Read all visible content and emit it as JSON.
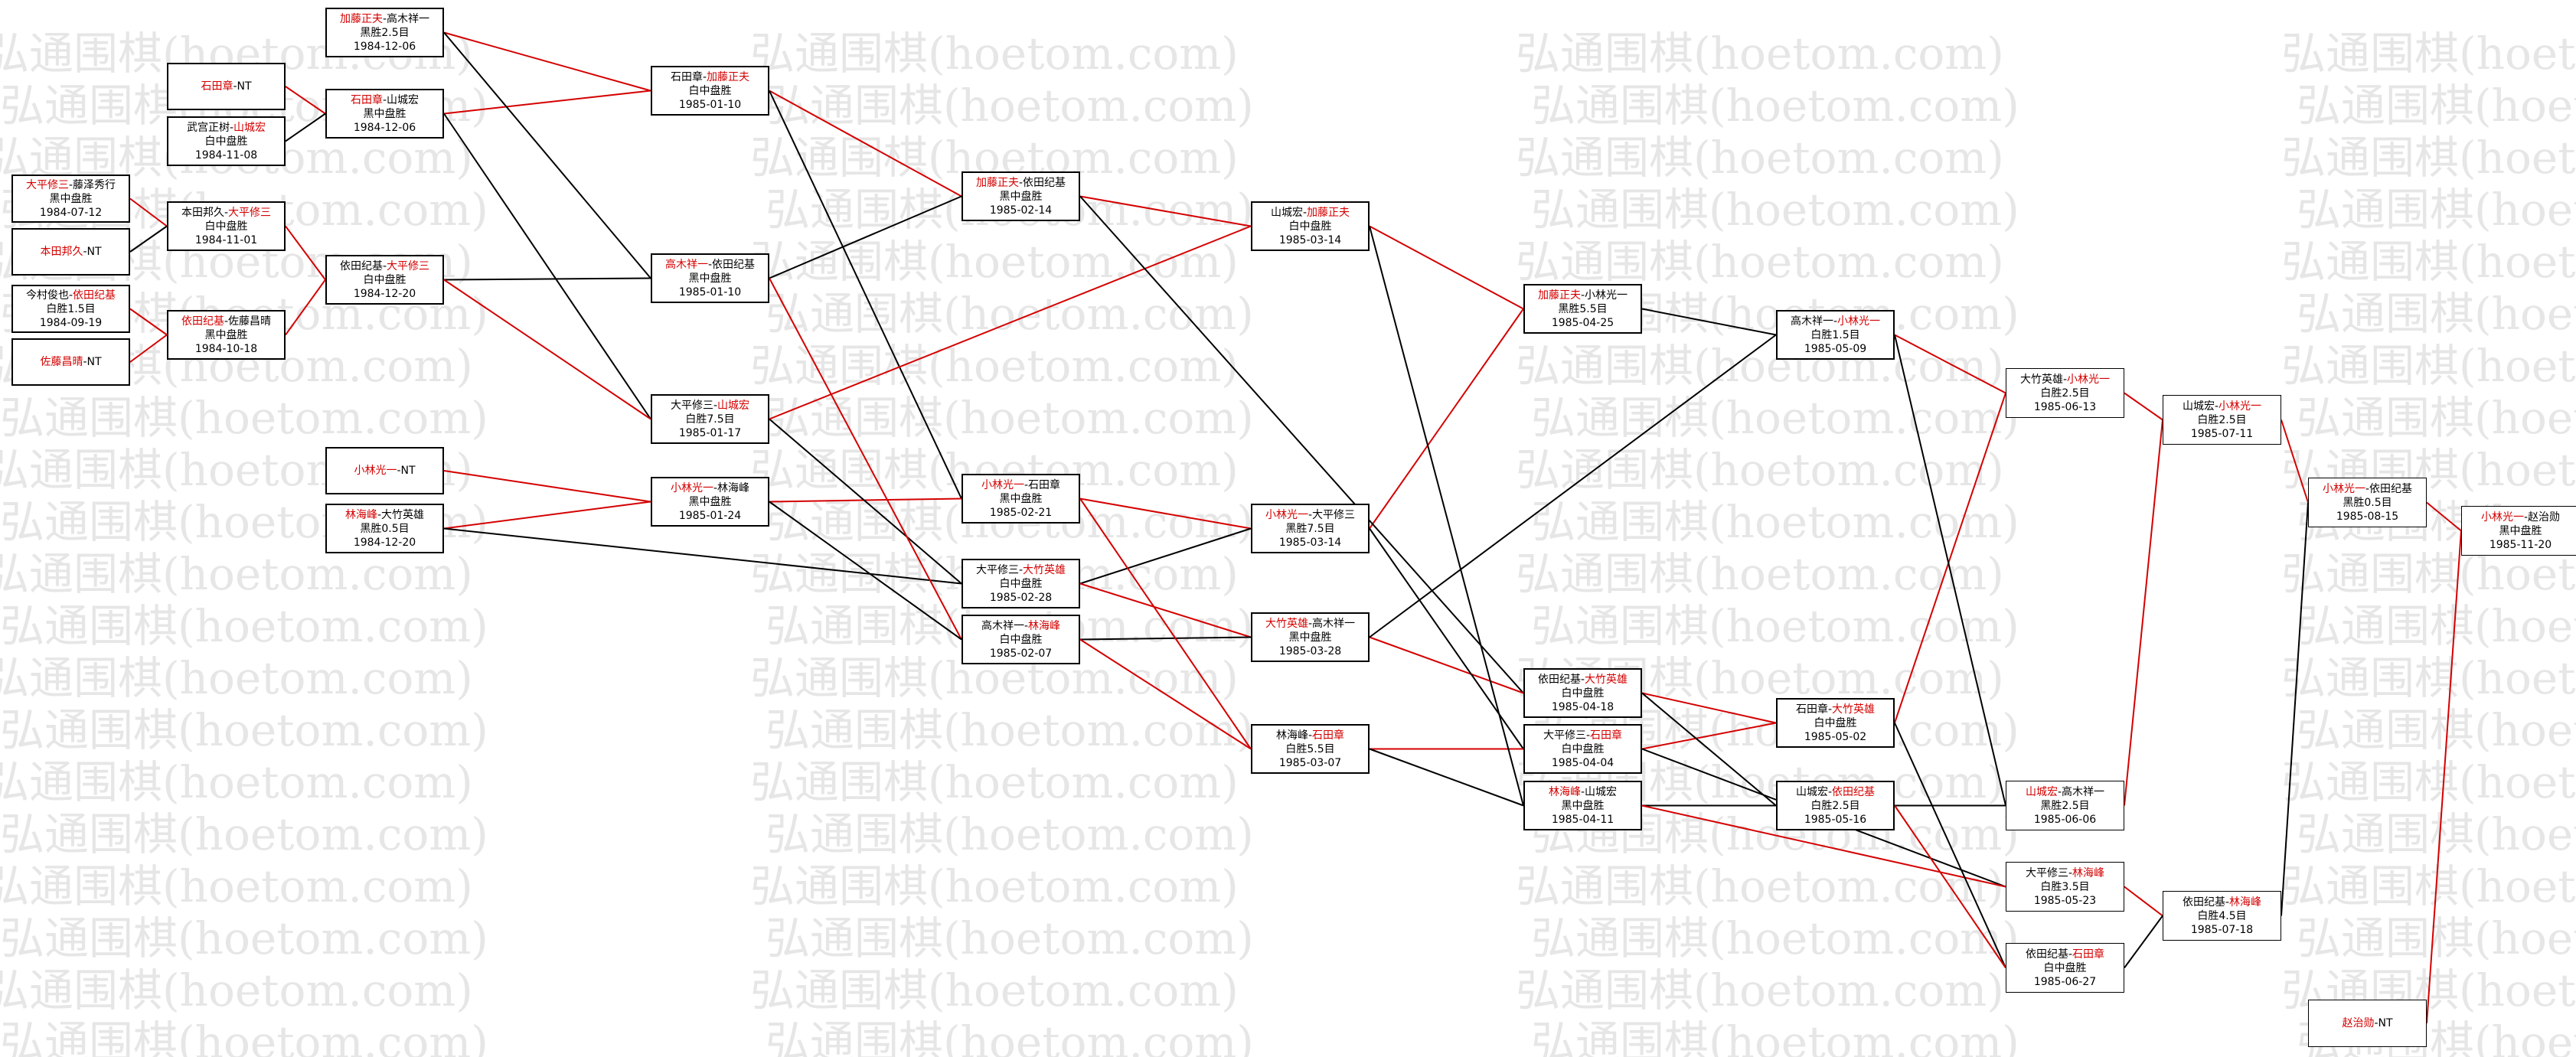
{
  "watermark": "弘通围棋(hoetom.com)",
  "colors": {
    "winner": "#d40000",
    "line_red": "#d40000",
    "line_black": "#000000",
    "box_border": "#000000",
    "watermark": "#e6e6e6"
  },
  "games": [
    {
      "id": "g1",
      "p1": "加藤正夫",
      "p2": "高木祥一",
      "win": 1,
      "result": "黑胜2.5目",
      "date": "1984-12-06"
    },
    {
      "id": "g2",
      "p1": "石田章",
      "p2": "NT",
      "win": 1,
      "result": "",
      "date": ""
    },
    {
      "id": "g3",
      "p1": "武宫正树",
      "p2": "山城宏",
      "win": 2,
      "result": "白中盘胜",
      "date": "1984-11-08"
    },
    {
      "id": "g4",
      "p1": "石田章",
      "p2": "山城宏",
      "win": 1,
      "result": "黑中盘胜",
      "date": "1984-12-06"
    },
    {
      "id": "g5",
      "p1": "石田章",
      "p2": "加藤正夫",
      "win": 2,
      "result": "白中盘胜",
      "date": "1985-01-10"
    },
    {
      "id": "g6",
      "p1": "大平修三",
      "p2": "藤泽秀行",
      "win": 1,
      "result": "黑中盘胜",
      "date": "1984-07-12"
    },
    {
      "id": "g7",
      "p1": "本田邦久",
      "p2": "NT",
      "win": 1,
      "result": "",
      "date": ""
    },
    {
      "id": "g8",
      "p1": "本田邦久",
      "p2": "大平修三",
      "win": 2,
      "result": "白中盘胜",
      "date": "1984-11-01"
    },
    {
      "id": "g9",
      "p1": "今村俊也",
      "p2": "依田纪基",
      "win": 2,
      "result": "白胜1.5目",
      "date": "1984-09-19"
    },
    {
      "id": "g10",
      "p1": "佐藤昌晴",
      "p2": "NT",
      "win": 1,
      "result": "",
      "date": ""
    },
    {
      "id": "g11",
      "p1": "依田纪基",
      "p2": "佐藤昌晴",
      "win": 1,
      "result": "黑中盘胜",
      "date": "1984-10-18"
    },
    {
      "id": "g12",
      "p1": "依田纪基",
      "p2": "大平修三",
      "win": 2,
      "result": "白中盘胜",
      "date": "1984-12-20"
    },
    {
      "id": "g13",
      "p1": "高木祥一",
      "p2": "依田纪基",
      "win": 1,
      "result": "黑中盘胜",
      "date": "1985-01-10"
    },
    {
      "id": "g14",
      "p1": "大平修三",
      "p2": "山城宏",
      "win": 2,
      "result": "白胜7.5目",
      "date": "1985-01-17"
    },
    {
      "id": "g15",
      "p1": "小林光一",
      "p2": "NT",
      "win": 1,
      "result": "",
      "date": ""
    },
    {
      "id": "g16",
      "p1": "林海峰",
      "p2": "大竹英雄",
      "win": 1,
      "result": "黑胜0.5目",
      "date": "1984-12-20"
    },
    {
      "id": "g17",
      "p1": "小林光一",
      "p2": "林海峰",
      "win": 1,
      "result": "黑中盘胜",
      "date": "1985-01-24"
    },
    {
      "id": "g18",
      "p1": "加藤正夫",
      "p2": "依田纪基",
      "win": 1,
      "result": "黑中盘胜",
      "date": "1985-02-14"
    },
    {
      "id": "g19",
      "p1": "小林光一",
      "p2": "石田章",
      "win": 1,
      "result": "黑中盘胜",
      "date": "1985-02-21"
    },
    {
      "id": "g20",
      "p1": "大平修三",
      "p2": "大竹英雄",
      "win": 2,
      "result": "白中盘胜",
      "date": "1985-02-28"
    },
    {
      "id": "g21",
      "p1": "高木祥一",
      "p2": "林海峰",
      "win": 2,
      "result": "白中盘胜",
      "date": "1985-02-07"
    },
    {
      "id": "g22",
      "p1": "山城宏",
      "p2": "加藤正夫",
      "win": 2,
      "result": "白中盘胜",
      "date": "1985-03-14"
    },
    {
      "id": "g23",
      "p1": "小林光一",
      "p2": "大平修三",
      "win": 1,
      "result": "黑胜7.5目",
      "date": "1985-03-14"
    },
    {
      "id": "g24",
      "p1": "大竹英雄",
      "p2": "高木祥一",
      "win": 1,
      "result": "黑中盘胜",
      "date": "1985-03-28"
    },
    {
      "id": "g25",
      "p1": "林海峰",
      "p2": "石田章",
      "win": 2,
      "result": "白胜5.5目",
      "date": "1985-03-07"
    },
    {
      "id": "g26",
      "p1": "加藤正夫",
      "p2": "小林光一",
      "win": 1,
      "result": "黑胜5.5目",
      "date": "1985-04-25"
    },
    {
      "id": "g27",
      "p1": "依田纪基",
      "p2": "大竹英雄",
      "win": 2,
      "result": "白中盘胜",
      "date": "1985-04-18"
    },
    {
      "id": "g28",
      "p1": "大平修三",
      "p2": "石田章",
      "win": 2,
      "result": "白中盘胜",
      "date": "1985-04-04"
    },
    {
      "id": "g29",
      "p1": "林海峰",
      "p2": "山城宏",
      "win": 1,
      "result": "黑中盘胜",
      "date": "1985-04-11"
    },
    {
      "id": "g30",
      "p1": "高木祥一",
      "p2": "小林光一",
      "win": 2,
      "result": "白胜1.5目",
      "date": "1985-05-09"
    },
    {
      "id": "g31",
      "p1": "石田章",
      "p2": "大竹英雄",
      "win": 2,
      "result": "白中盘胜",
      "date": "1985-05-02"
    },
    {
      "id": "g32",
      "p1": "山城宏",
      "p2": "依田纪基",
      "win": 2,
      "result": "白胜2.5目",
      "date": "1985-05-16"
    },
    {
      "id": "g33",
      "p1": "大竹英雄",
      "p2": "小林光一",
      "win": 2,
      "result": "白胜2.5目",
      "date": "1985-06-13"
    },
    {
      "id": "g34",
      "p1": "山城宏",
      "p2": "高木祥一",
      "win": 1,
      "result": "黑胜2.5目",
      "date": "1985-06-06"
    },
    {
      "id": "g35",
      "p1": "大平修三",
      "p2": "林海峰",
      "win": 2,
      "result": "白胜3.5目",
      "date": "1985-05-23"
    },
    {
      "id": "g36",
      "p1": "依田纪基",
      "p2": "石田章",
      "win": 2,
      "result": "白中盘胜",
      "date": "1985-06-27"
    },
    {
      "id": "g37",
      "p1": "山城宏",
      "p2": "小林光一",
      "win": 2,
      "result": "白胜2.5目",
      "date": "1985-07-11"
    },
    {
      "id": "g38",
      "p1": "依田纪基",
      "p2": "林海峰",
      "win": 2,
      "result": "白胜4.5目",
      "date": "1985-07-18"
    },
    {
      "id": "g39",
      "p1": "小林光一",
      "p2": "依田纪基",
      "win": 1,
      "result": "黑胜0.5目",
      "date": "1985-08-15"
    },
    {
      "id": "g40",
      "p1": "赵治勋",
      "p2": "NT",
      "win": 1,
      "result": "",
      "date": ""
    },
    {
      "id": "g41",
      "p1": "小林光一",
      "p2": "赵治勋",
      "win": 1,
      "result": "黑中盘胜",
      "date": "1985-11-20"
    }
  ]
}
